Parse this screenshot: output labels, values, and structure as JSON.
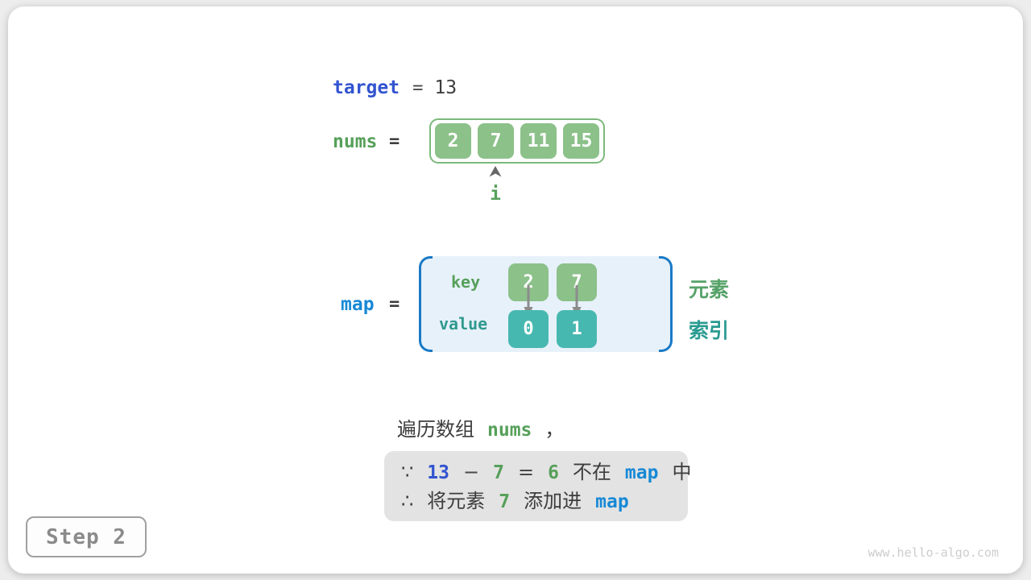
{
  "colors": {
    "accent_blue": "#3254d0",
    "accent_azure": "#1789d6",
    "accent_green": "#56a05a",
    "accent_teal": "#2f998f",
    "cell_green": "#8cc18a",
    "cell_teal": "#47b8b0",
    "map_box_bg": "#e7f1fa",
    "map_bracket_blue": "#1a7ac6",
    "note_box_bg": "#e3e3e3"
  },
  "target": {
    "label": "target",
    "eq": "=",
    "value": "13"
  },
  "nums": {
    "label": "nums",
    "eq": "=",
    "cells": [
      "2",
      "7",
      "11",
      "15"
    ],
    "pointer": "i"
  },
  "map": {
    "label": "map",
    "eq": "=",
    "key_label": "key",
    "value_label": "value",
    "keys": [
      "2",
      "7"
    ],
    "values": [
      "0",
      "1"
    ]
  },
  "legend": {
    "element": "元素",
    "index": "索引"
  },
  "caption": {
    "text": "遍历数组",
    "code": "nums",
    "comma": "，"
  },
  "note": {
    "line1": {
      "s0": "∵",
      "s1": "13",
      "s2": "−",
      "s3": "7",
      "s4": "=",
      "s5": "6",
      "s6": "不在",
      "s7": "map",
      "s8": "中"
    },
    "line2": {
      "s0": "∴",
      "s1": "将元素",
      "s2": "7",
      "s3": "添加进",
      "s4": "map"
    }
  },
  "step": {
    "label": "Step 2"
  },
  "watermark": "www.hello-algo.com"
}
